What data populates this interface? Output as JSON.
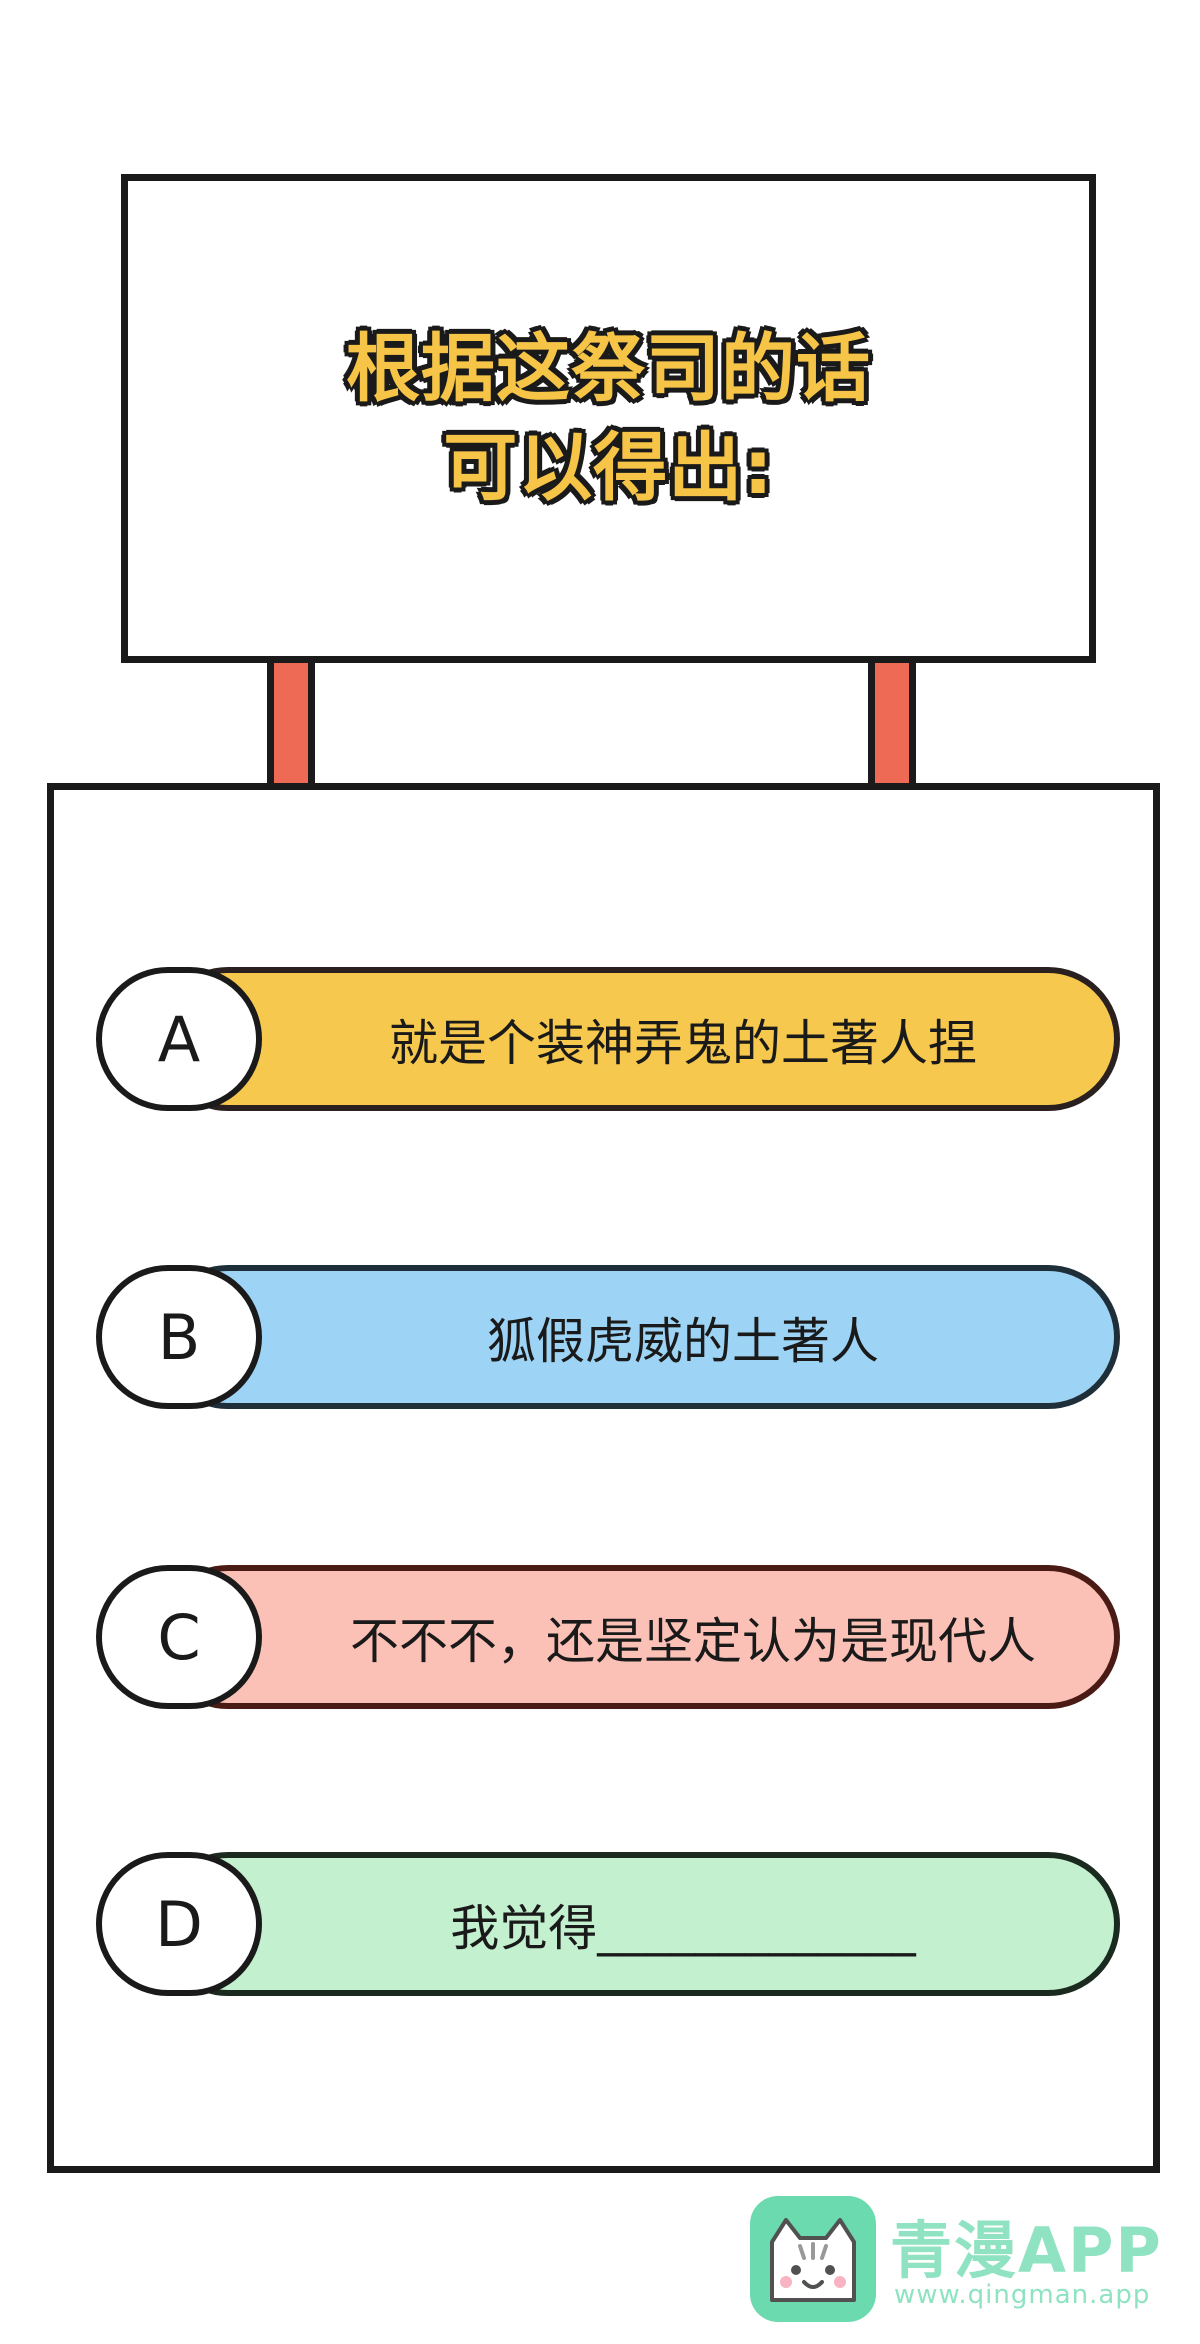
{
  "sign": {
    "line1": "根据这祭司的话",
    "line2": "可以得出:"
  },
  "options": [
    {
      "letter": "A",
      "text": "就是个装神弄鬼的土著人捏",
      "color": "#f6c84d"
    },
    {
      "letter": "B",
      "text": "狐假虎威的土著人",
      "color": "#9dd4f5"
    },
    {
      "letter": "C",
      "text": "不不不，还是坚定认为是现代人",
      "color": "#fbc1b6"
    },
    {
      "letter": "D",
      "text": "我觉得_____________",
      "color": "#c3f0cf"
    }
  ],
  "watermark": {
    "title": "青漫APP",
    "url": "www.qingman.app",
    "icon": "cat-logo-icon"
  }
}
